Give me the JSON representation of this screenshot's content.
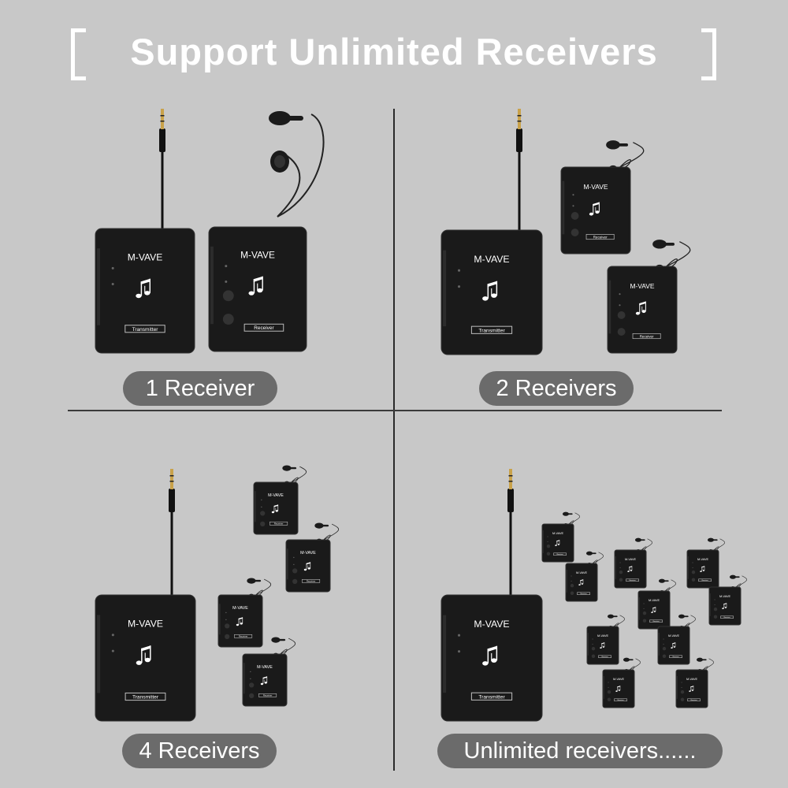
{
  "title": "Support Unlimited Receivers",
  "brand": "M-VAVE",
  "device_labels": {
    "transmitter": "Transmitter",
    "receiver": "Receiver"
  },
  "panels": [
    {
      "label": "1 Receiver"
    },
    {
      "label": "2 Receivers"
    },
    {
      "label": "4 Receivers"
    },
    {
      "label": "Unlimited receivers......"
    }
  ],
  "colors": {
    "background": "#c8c8c8",
    "device": "#1a1a1a",
    "pill": "#6b6b6b",
    "text": "#ffffff",
    "plug_gold": "#c9a24a"
  }
}
